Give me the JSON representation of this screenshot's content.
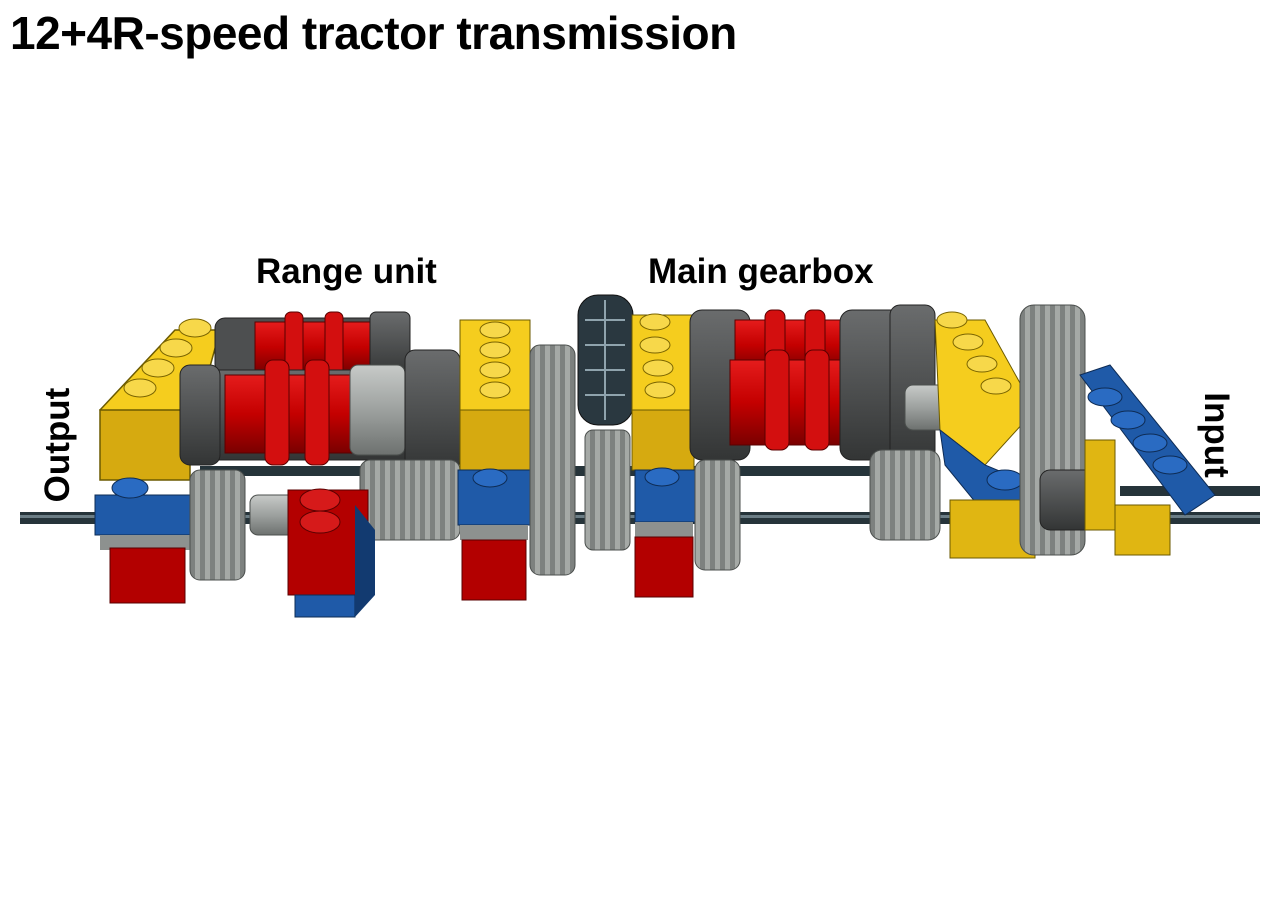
{
  "title": "12+4R-speed tractor transmission",
  "labels": {
    "range": "Range unit",
    "main": "Main gearbox",
    "output": "Output",
    "input": "Input"
  },
  "colors": {
    "yellow": "#f5cd1e",
    "yellow_dark": "#c9a20d",
    "red": "#cc0a0a",
    "red_dark": "#8a0000",
    "blue": "#1f5aa8",
    "blue_dark": "#123a70",
    "gray_light": "#a5a9a6",
    "gray_dark": "#4d4f50",
    "axle": "#26343a"
  }
}
